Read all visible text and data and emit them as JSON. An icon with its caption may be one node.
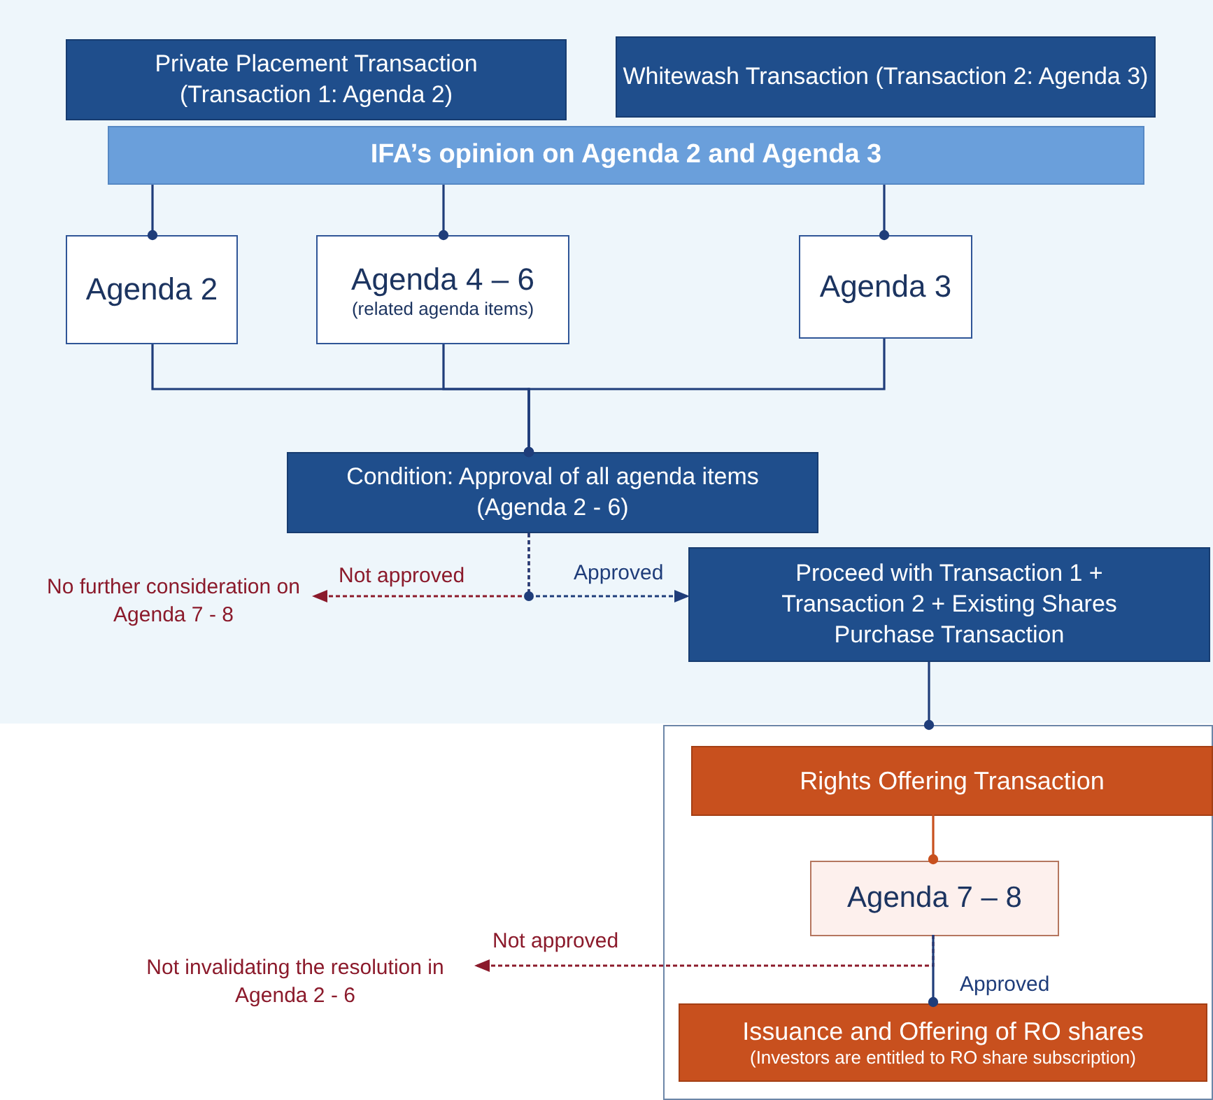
{
  "diagram": {
    "nodes": [
      {
        "text": [
          "Private Placement Transaction (Transaction 1: Agenda 2)"
        ]
      },
      {
        "text": [
          "Whitewash Transaction (Transaction 2: Agenda 3)"
        ]
      },
      {
        "text": [
          "IFA’s opinion on Agenda 2 and Agenda 3"
        ]
      },
      {
        "text": [
          "Agenda 2"
        ]
      },
      {
        "text": [
          "Agenda 4 – 6",
          "(related agenda items)"
        ]
      },
      {
        "text": [
          "Agenda 3"
        ]
      },
      {
        "text": [
          "Condition: Approval of all agenda items (Agenda 2 - 6)"
        ]
      },
      {
        "text": [
          "No further consideration on Agenda 7 - 8"
        ]
      },
      {
        "text": [
          "Proceed with Transaction 1 + Transaction 2 + Existing Shares Purchase Transaction"
        ]
      },
      {
        "text": [],
        "shape": "box"
      },
      {
        "text": [
          "Rights Offering Transaction"
        ],
        "in": 9
      },
      {
        "text": [
          "Agenda 7 – 8"
        ],
        "in": 9
      },
      {
        "text": [
          "Not invalidating the resolution in Agenda 2 - 6"
        ]
      },
      {
        "text": [
          "Issuance and Offering of RO shares",
          "(Investors are entitled to RO share subscription)"
        ],
        "in": 9
      }
    ],
    "edges": [
      {
        "from": 2,
        "to": 3,
        "arrow": "other"
      },
      {
        "from": 2,
        "to": 4,
        "arrow": "other"
      },
      {
        "from": 2,
        "to": 5,
        "arrow": "other"
      },
      {
        "from": 3,
        "to": 6,
        "arrow": "other"
      },
      {
        "from": 4,
        "to": 6,
        "arrow": "other"
      },
      {
        "from": 5,
        "to": 6,
        "arrow": "other"
      },
      {
        "from": 6,
        "to": 7,
        "arrow": "to",
        "label": "Not approved",
        "style": "dashed",
        "color": "#8b1a2b"
      },
      {
        "from": 6,
        "to": 8,
        "arrow": "to",
        "label": "Approved",
        "style": "dashed"
      },
      {
        "from": 8,
        "to": 9,
        "arrow": "other"
      },
      {
        "from": 10,
        "to": 11,
        "arrow": "other",
        "color": "#c8501e"
      },
      {
        "from": 11,
        "to": 12,
        "arrow": "to",
        "label": "Not approved",
        "style": "dashed",
        "color": "#8b1a2b"
      },
      {
        "from": 11,
        "to": 13,
        "arrow": "other",
        "label": "Approved"
      }
    ]
  }
}
